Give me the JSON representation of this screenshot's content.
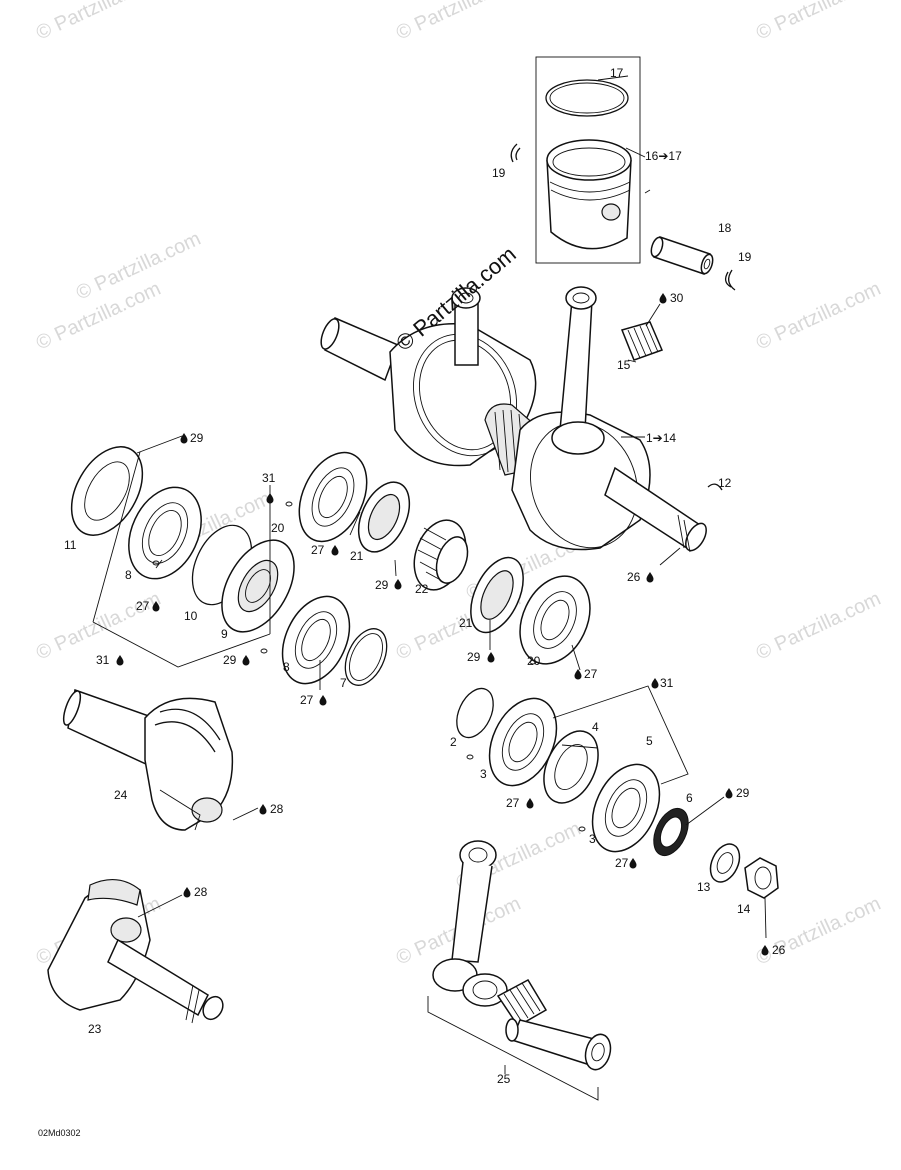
{
  "watermarks": [
    "© Partzilla.com",
    "© Partzilla.com",
    "© Partzilla.com",
    "© Partzilla.com",
    "© Partzilla.com",
    "© Partzilla.com",
    "© Partzilla.com",
    "© Partzilla.com",
    "© Partzilla.com",
    "© Partzilla.com",
    "© Partzilla.com",
    "© Partzilla.com",
    "© Partzilla.com",
    "© Partzilla.com",
    "© Partzilla.com"
  ],
  "center_watermark": "© Partzilla.com",
  "drawing_code": "02Md0302",
  "labels": {
    "p17": "17",
    "p16": "16➔17",
    "p19a": "19",
    "p18": "18",
    "p19b": "19",
    "p30": "30",
    "p15": "15",
    "p1": "1➔14",
    "p12": "12",
    "p26a": "26",
    "p29a": "29",
    "p11": "11",
    "p8a": "8",
    "p27a": "27",
    "p10": "10",
    "p9": "9",
    "p31a": "31",
    "p29b": "29",
    "p31b": "31",
    "p20a": "20",
    "p27b": "27",
    "p21a": "21",
    "p29c": "29",
    "p22": "22",
    "p8b": "8",
    "p7": "7",
    "p27c": "27",
    "p21b": "21",
    "p29d": "29",
    "p20b": "20",
    "p27d": "27",
    "p31c": "31",
    "p2": "2",
    "p4": "4",
    "p5": "5",
    "p3a": "3",
    "p27e": "27",
    "p6": "6",
    "p29e": "29",
    "p3b": "3",
    "p27f": "27",
    "p13": "13",
    "p14": "14",
    "p26b": "26",
    "p24": "24",
    "p28a": "28",
    "p28b": "28",
    "p23": "23",
    "p25": "25"
  }
}
